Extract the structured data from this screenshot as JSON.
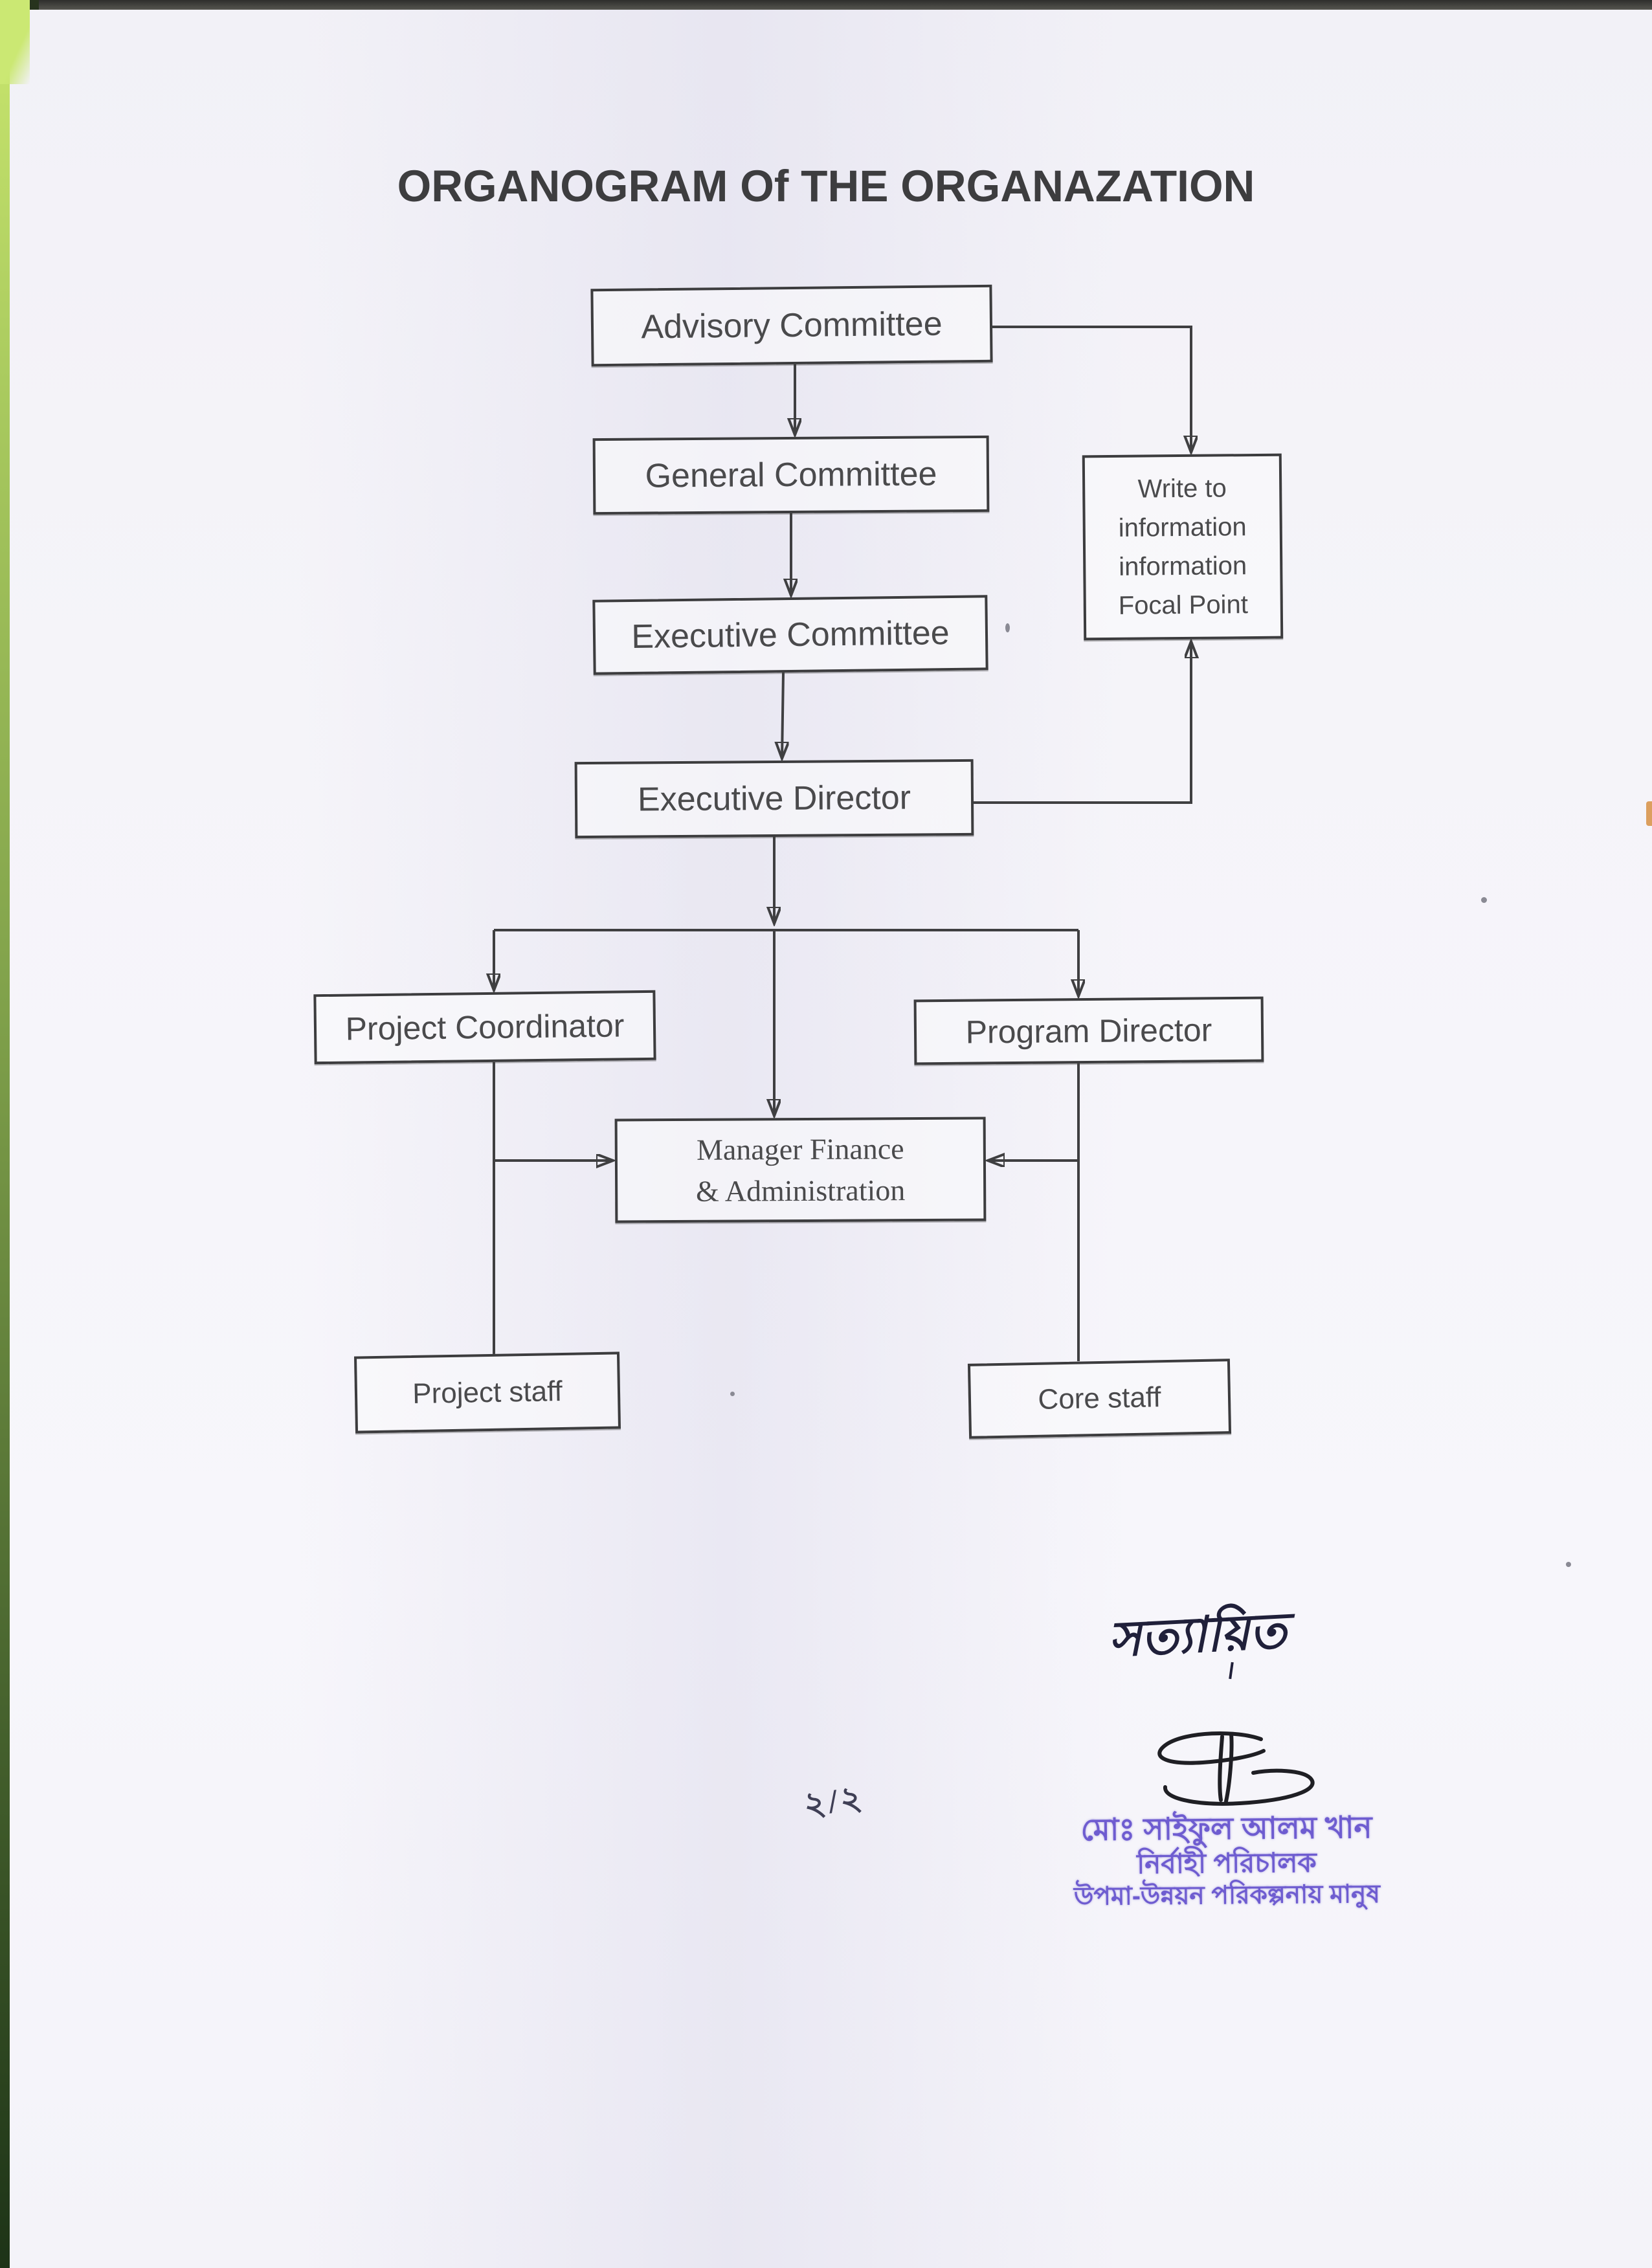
{
  "page": {
    "title": "ORGANOGRAM Of THE ORGANAZATION",
    "page_number": "২/২"
  },
  "boxes": {
    "advisory": {
      "label": "Advisory Committee"
    },
    "general": {
      "label": "General Committee"
    },
    "write_to": {
      "lines": [
        "Write to",
        "information",
        "information",
        "Focal Point"
      ]
    },
    "executive_committee": {
      "label": "Executive Committee"
    },
    "executive_director": {
      "label": "Executive Director"
    },
    "project_coordinator": {
      "label": "Project Coordinator"
    },
    "program_director": {
      "label": "Program Director"
    },
    "manager_finance": {
      "lines": [
        "Manager Finance",
        "& Administration"
      ]
    },
    "project_staff": {
      "label": "Project staff"
    },
    "core_staff": {
      "label": "Core staff"
    }
  },
  "connections": [
    {
      "from": "Advisory Committee",
      "to": "General Committee",
      "arrow": true
    },
    {
      "from": "Advisory Committee",
      "to": "Write to information information Focal Point",
      "arrow": true
    },
    {
      "from": "General Committee",
      "to": "Executive Committee",
      "arrow": true
    },
    {
      "from": "Executive Committee",
      "to": "Executive Director",
      "arrow": true
    },
    {
      "from": "Executive Director",
      "to": "Write to information information Focal Point",
      "arrow": true
    },
    {
      "from": "Executive Director",
      "to": "Project Coordinator",
      "arrow": true
    },
    {
      "from": "Executive Director",
      "to": "Program Director",
      "arrow": true
    },
    {
      "from": "Executive Director",
      "to": "Manager Finance & Administration",
      "arrow": true
    },
    {
      "from": "Project Coordinator",
      "to": "Manager Finance & Administration",
      "arrow": true
    },
    {
      "from": "Program Director",
      "to": "Manager Finance & Administration",
      "arrow": true
    },
    {
      "from": "Project Coordinator",
      "to": "Project staff",
      "arrow": false
    },
    {
      "from": "Program Director",
      "to": "Core staff",
      "arrow": false
    }
  ],
  "signature_block": {
    "attested_text": "সত্যায়িত",
    "stamp": {
      "lines": [
        "মোঃ সাইফুল আলম খান",
        "নির্বাহী পরিচালক",
        "উপমা-উন্নয়ন পরিকল্পনায় মানুষ"
      ],
      "color": "#6e5cd0"
    }
  },
  "colors": {
    "ink": "#3c3c3e",
    "stamp_violet": "#6e5cd0",
    "handwriting_ink": "#20203a",
    "scan_edge_green": "#a8c95e",
    "paper": "#f5f4f9"
  }
}
